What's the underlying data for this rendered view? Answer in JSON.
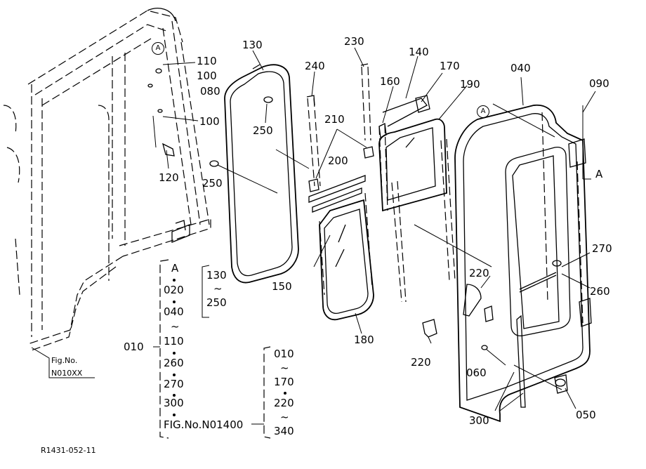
{
  "callouts": {
    "p130": "130",
    "p230": "230",
    "p140": "140",
    "p240": "240",
    "p160": "160",
    "p170": "170",
    "p190": "190",
    "p040": "040",
    "p090": "090",
    "p110": "110",
    "p100a": "100",
    "p080": "080",
    "p100b": "100",
    "p250a": "250",
    "p210": "210",
    "p200": "200",
    "p120": "120",
    "p250b": "250",
    "pA_right": "A",
    "p270": "270",
    "p260": "260",
    "p220a": "220",
    "p220b": "220",
    "p150": "150",
    "p180": "180",
    "p060": "060",
    "p300": "300",
    "p050": "050",
    "p010": "010"
  },
  "circle_markers": {
    "left": "A",
    "right": "A"
  },
  "group_left": {
    "items": [
      "A",
      "020",
      "040",
      "110",
      "260",
      "270",
      "300"
    ],
    "fig_ref": "FIG.No.N01400"
  },
  "group_130_250": {
    "from": "130",
    "to": "250"
  },
  "group_right": {
    "from1": "010",
    "to1": "170",
    "from2": "220",
    "to2": "340"
  },
  "fig_box": {
    "line1": "Fig.No.",
    "line2": "N010XX"
  },
  "tilde": "~",
  "drawing_number": "R1431-052-11"
}
